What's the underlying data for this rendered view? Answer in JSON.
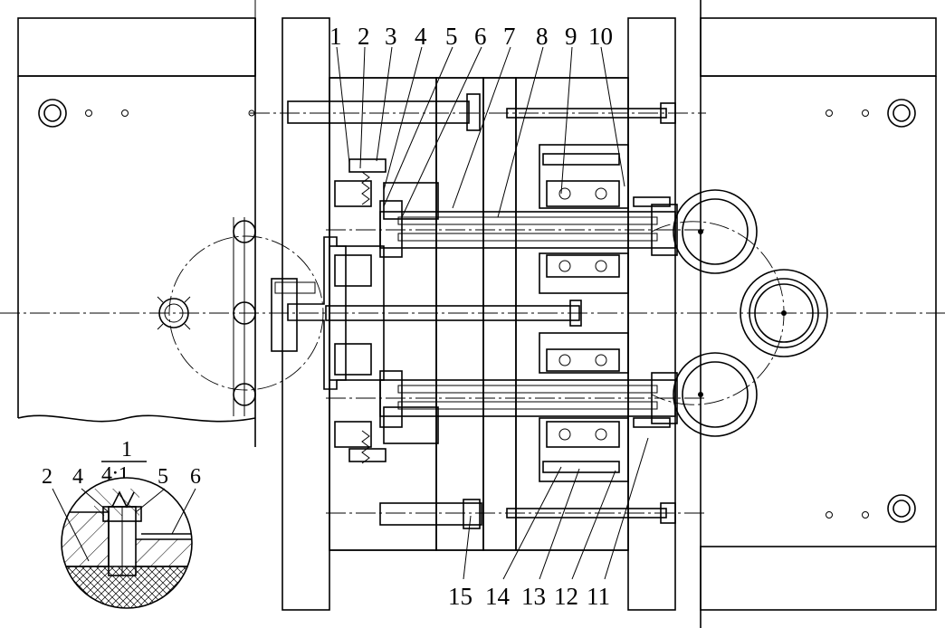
{
  "callouts_top": [
    "1",
    "2",
    "3",
    "4",
    "5",
    "6",
    "7",
    "8",
    "9",
    "10"
  ],
  "callouts_bottom": [
    "15",
    "14",
    "13",
    "12",
    "11"
  ],
  "detail": {
    "index": "1",
    "scale": "4:1",
    "labels": [
      "2",
      "4",
      "5",
      "6"
    ]
  }
}
